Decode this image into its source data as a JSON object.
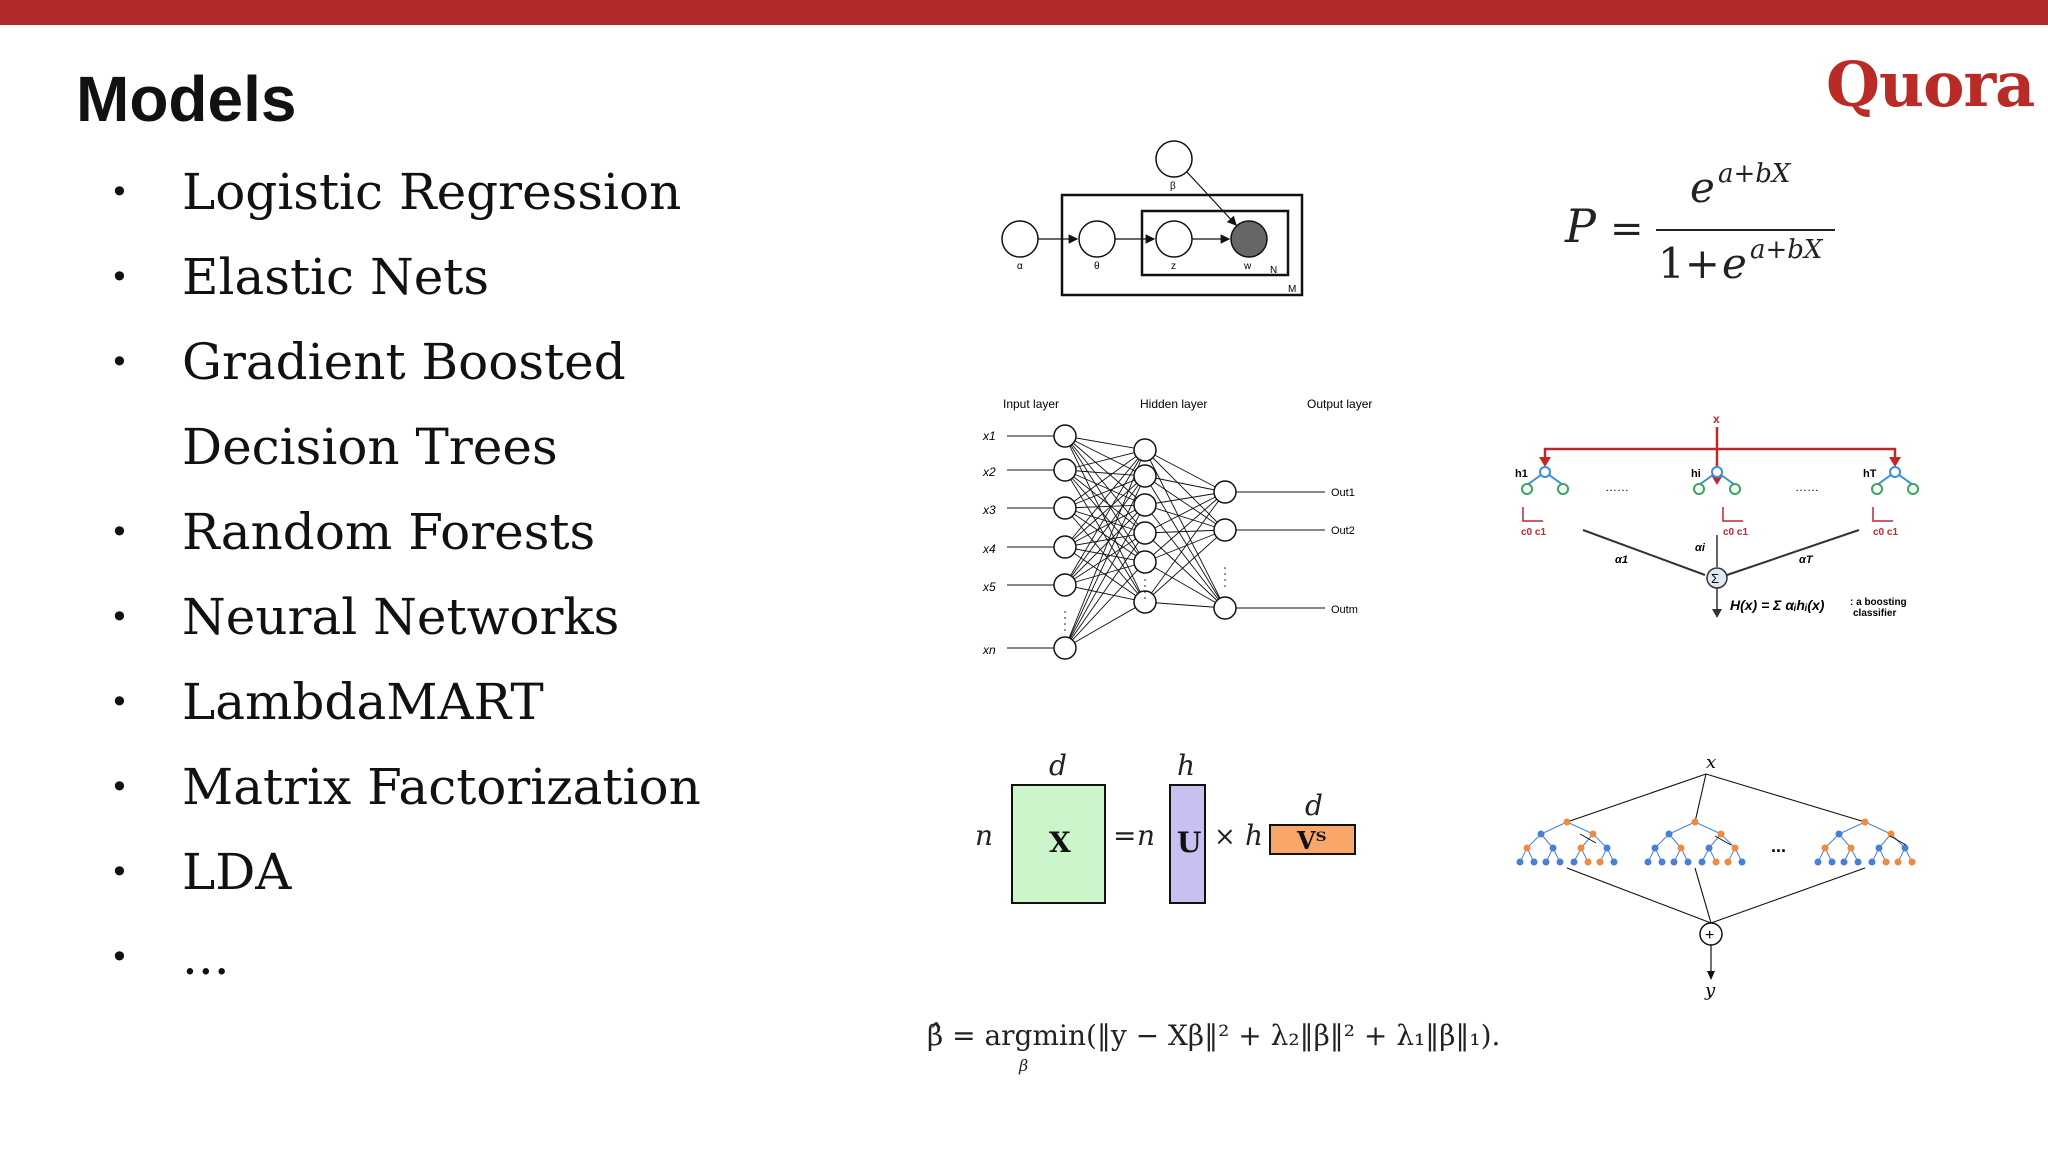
{
  "colors": {
    "topbar": "#b42a2a",
    "logo": "#b92b27",
    "ink": "#111111"
  },
  "slide": {
    "title": "Models",
    "logo": "Quora",
    "items": [
      "Logistic Regression",
      "Elastic Nets",
      "Gradient Boosted Decision Trees",
      "Random Forests",
      "Neural Networks",
      "LambdaMART",
      "Matrix Factorization",
      "LDA",
      "..."
    ]
  },
  "figures": {
    "lda": {
      "alpha": "α",
      "theta": "θ",
      "z": "z",
      "w": "w",
      "beta": "β",
      "N": "N",
      "M": "M"
    },
    "logistic": {
      "P": "P",
      "eq": "=",
      "num_e": "e",
      "num_exp": "a+bX",
      "den": "1+",
      "den_e": "e",
      "den_exp": "a+bX"
    },
    "nn": {
      "input_layer": "Input layer",
      "hidden_layer": "Hidden layer",
      "output_layer": "Output layer",
      "inputs": [
        "x1",
        "x2",
        "x3",
        "x4",
        "x5",
        "xn"
      ],
      "outputs": [
        "Out1",
        "Out2",
        "Outm"
      ]
    },
    "boosting": {
      "x": "x",
      "h1": "h1",
      "hi": "hi",
      "hT": "hT",
      "dots": "……",
      "c0c1": "c0 c1",
      "a1": "α1",
      "ai": "αi",
      "aT": "αT",
      "sigma": "Σ",
      "formula": "H(x) = Σ αᵢhᵢ(x)",
      "note1": ": a boosting",
      "note2": "classifier"
    },
    "matrix": {
      "d": "d",
      "n": "n",
      "h": "h",
      "X": "X",
      "U": "U",
      "VT": "Vᵀ",
      "eq": "=",
      "times": "×"
    },
    "forest": {
      "x": "x",
      "dots": "...",
      "plus": "+",
      "y": "y"
    },
    "elastic": {
      "formula": "β̂ = argmin(‖y − Xβ‖² + λ₂‖β‖² + λ₁‖β‖₁).",
      "sub": "β"
    }
  }
}
